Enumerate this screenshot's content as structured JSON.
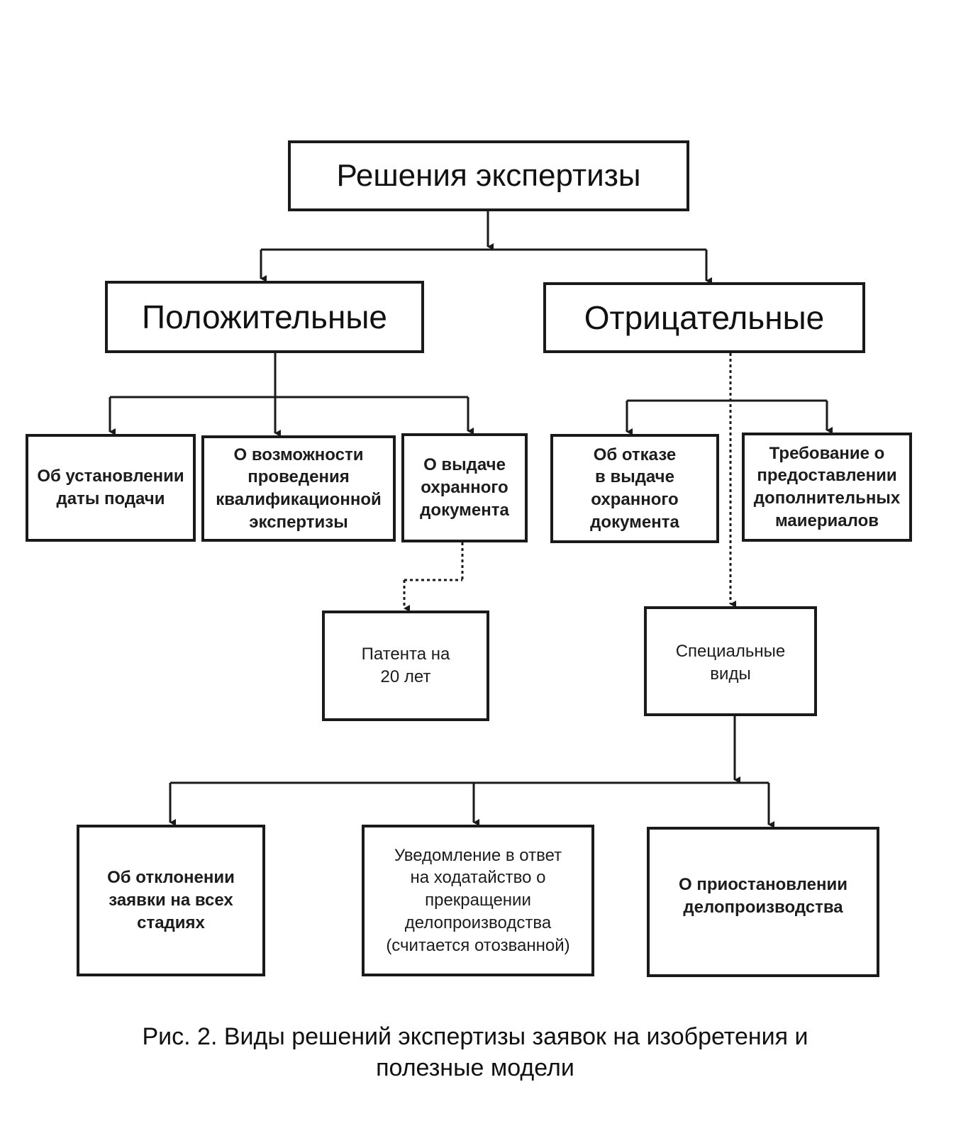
{
  "diagram": {
    "root": "Решения экспертизы",
    "positive": {
      "label": "Положительные",
      "children": [
        "Об установлении\nдаты подачи",
        "О возможности\nпроведения\nквалификационной\nэкспертизы",
        "О выдаче\nохранного\nдокумента"
      ],
      "patent": "Патента на\n20 лет"
    },
    "negative": {
      "label": "Отрицательные",
      "children": [
        "Об отказе\nв выдаче\nохранного\nдокумента",
        "Требование о\nпредоставлении\nдополнительных\nмаиериалов"
      ],
      "special": {
        "label": "Специальные\nвиды",
        "children": [
          "Об отклонении\nзаявки на всех\nстадиях",
          "Уведомление в ответ\nна ходатайство о\nпрекращении\nделопроизводства\n(считается отозванной)",
          "О приостановлении\nделопроизводства"
        ]
      }
    }
  },
  "caption": "Рис. 2. Виды решений экспертизы заявок на изобретения и\nполезные модели",
  "colors": {
    "line": "#1a1a1a",
    "background": "#ffffff"
  }
}
